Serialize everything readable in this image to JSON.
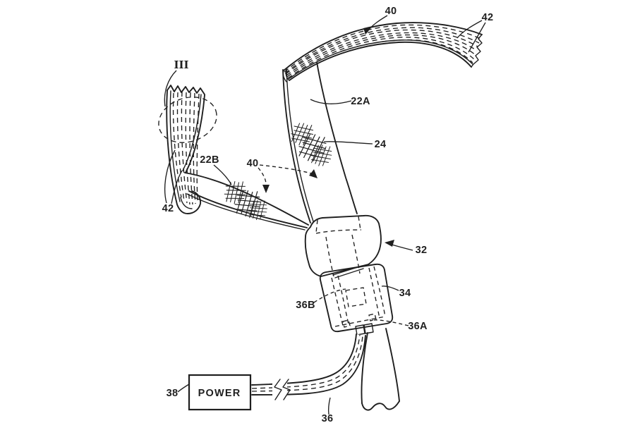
{
  "figure": {
    "kind": "patent-line-drawing",
    "subject": "Seat belt assembly with wired webbing, buckle and power source",
    "background_color": "#ffffff",
    "line_color": "#1f1f1f"
  },
  "reference_labels": {
    "webbing_top": "40",
    "wires_top": "42",
    "section_marker": "III",
    "shoulder_belt": "22A",
    "shoulder_contact": "24",
    "lap_belt": "22B",
    "webbing_mid": "40",
    "wires_left": "42",
    "latch_plate": "32",
    "buckle": "34",
    "buckle_window": "36B",
    "buckle_contact": "36A",
    "power_source": "38",
    "power_box_text": "POWER",
    "cable": "36"
  }
}
